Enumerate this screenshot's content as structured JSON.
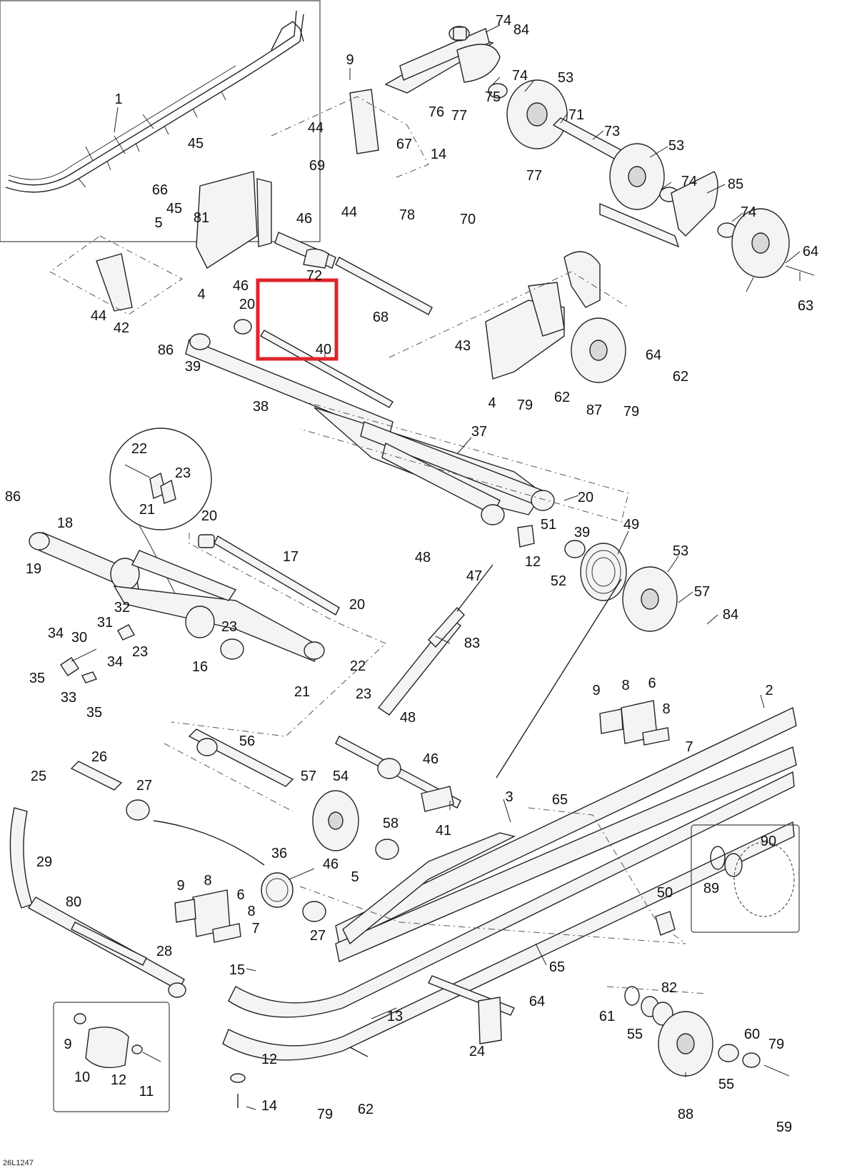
{
  "drawing": {
    "code": "26L1247",
    "highlight_color": "#e0242c",
    "highlighted_part": "40"
  },
  "labels": [
    "1",
    "74",
    "84",
    "9",
    "74",
    "53",
    "75",
    "76",
    "77",
    "71",
    "73",
    "44",
    "67",
    "14",
    "53",
    "45",
    "69",
    "77",
    "66",
    "81",
    "46",
    "44",
    "78",
    "70",
    "74",
    "85",
    "5",
    "45",
    "74",
    "64",
    "72",
    "4",
    "46",
    "42",
    "44",
    "68",
    "63",
    "20",
    "40",
    "43",
    "64",
    "86",
    "39",
    "62",
    "79",
    "62",
    "87",
    "79",
    "38",
    "4",
    "37",
    "22",
    "23",
    "21",
    "86",
    "18",
    "20",
    "20",
    "51",
    "49",
    "53",
    "19",
    "17",
    "39",
    "48",
    "47",
    "12",
    "52",
    "57",
    "84",
    "32",
    "31",
    "23",
    "30",
    "34",
    "23",
    "20",
    "83",
    "35",
    "16",
    "21",
    "22",
    "34",
    "33",
    "35",
    "9",
    "8",
    "6",
    "2",
    "8",
    "23",
    "48",
    "7",
    "56",
    "26",
    "46",
    "25",
    "57",
    "54",
    "27",
    "65",
    "3",
    "41",
    "58",
    "90",
    "29",
    "89",
    "36",
    "46",
    "5",
    "80",
    "9",
    "8",
    "6",
    "50",
    "27",
    "8",
    "7",
    "65",
    "28",
    "15",
    "64",
    "82",
    "13",
    "61",
    "24",
    "55",
    "60",
    "9",
    "79",
    "12",
    "10",
    "12",
    "55",
    "11",
    "14",
    "79",
    "62",
    "88",
    "59"
  ]
}
